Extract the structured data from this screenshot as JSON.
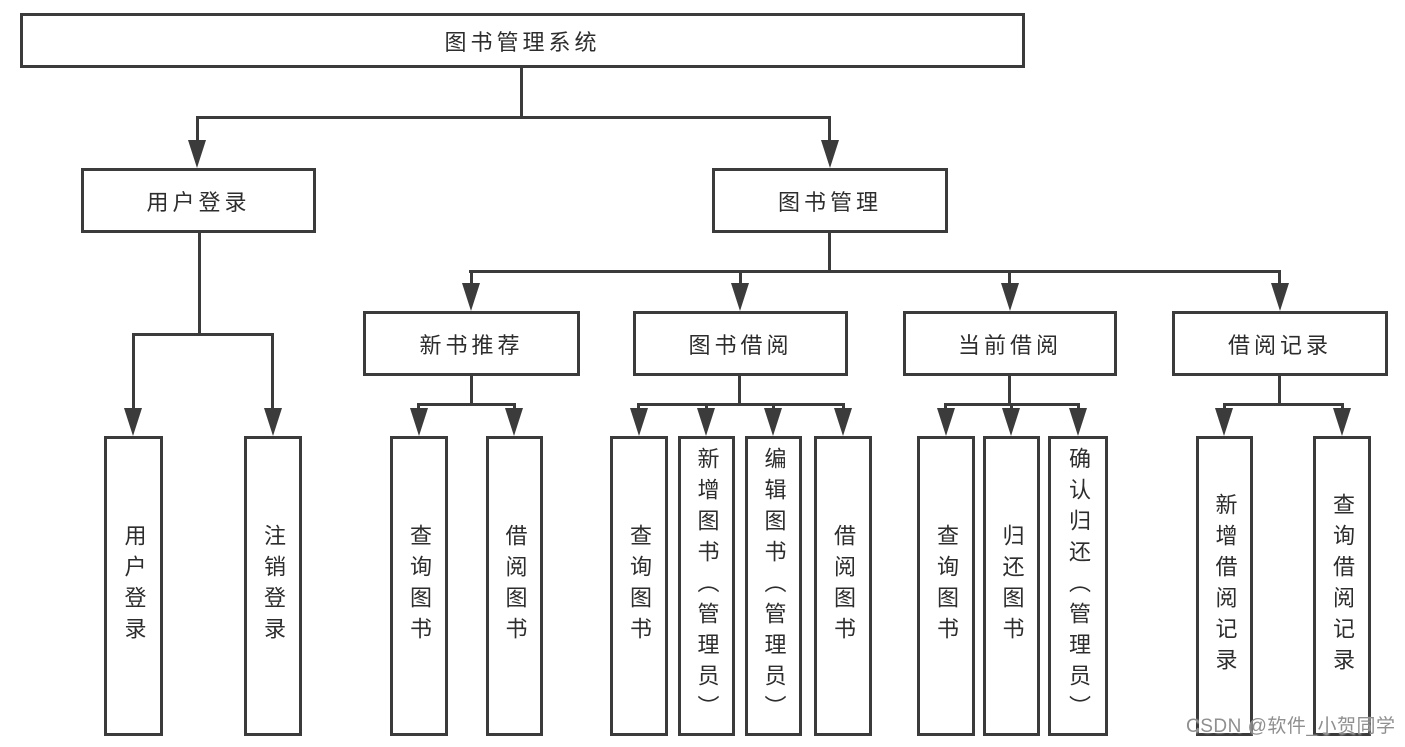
{
  "diagram": {
    "root": {
      "label": "图书管理系统"
    },
    "branches": {
      "user_login": {
        "label": "用户登录",
        "children": [
          "用户登录",
          "注销登录"
        ]
      },
      "book_management": {
        "label": "图书管理"
      },
      "new_book_recommend": {
        "label": "新书推荐",
        "children": [
          "查询图书",
          "借阅图书"
        ]
      },
      "book_borrowing": {
        "label": "图书借阅",
        "children": [
          "查询图书",
          "新增图书（管理员）",
          "编辑图书（管理员）",
          "借阅图书"
        ]
      },
      "current_borrowing": {
        "label": "当前借阅",
        "children": [
          "查询图书",
          "归还图书",
          "确认归还（管理员）"
        ]
      },
      "borrowing_records": {
        "label": "借阅记录",
        "children": [
          "新增借阅记录",
          "查询借阅记录"
        ]
      }
    }
  },
  "watermark": "CSDN @软件_小贺同学",
  "colors": {
    "line": "#3b3b3b",
    "text": "#2d2d2d",
    "background": "#ffffff",
    "watermark": "#8f8f8f"
  }
}
